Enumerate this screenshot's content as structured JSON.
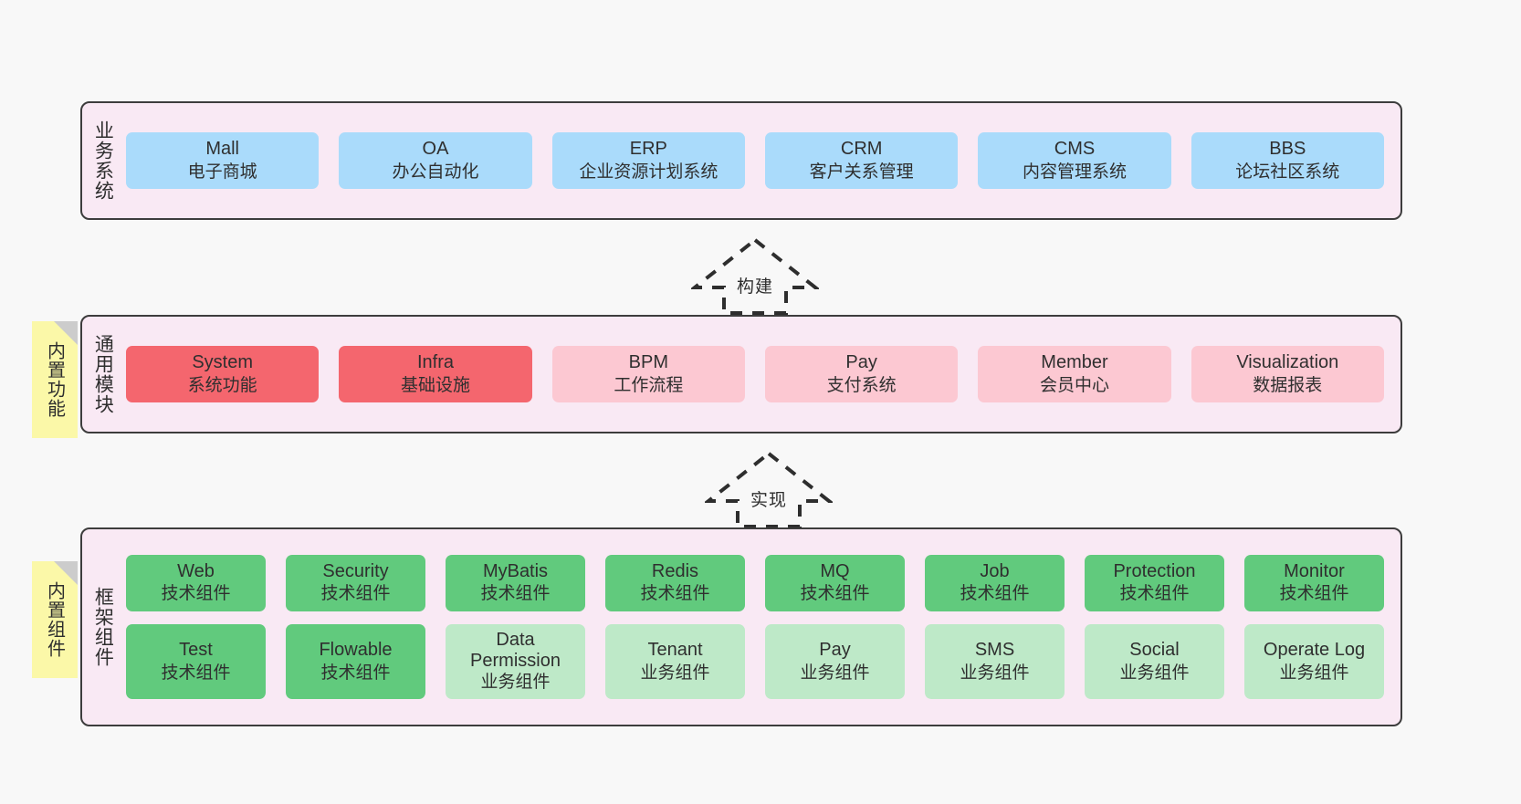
{
  "layers": [
    {
      "id": "business-system",
      "title": "业务系统",
      "rows": [
        [
          {
            "en": "Mall",
            "cn": "电子商城",
            "style": "h-blue"
          },
          {
            "en": "OA",
            "cn": "办公自动化",
            "style": "h-blue"
          },
          {
            "en": "ERP",
            "cn": "企业资源计划系统",
            "style": "h-blue"
          },
          {
            "en": "CRM",
            "cn": "客户关系管理",
            "style": "h-blue"
          },
          {
            "en": "CMS",
            "cn": "内容管理系统",
            "style": "h-blue"
          },
          {
            "en": "BBS",
            "cn": "论坛社区系统",
            "style": "h-blue"
          }
        ]
      ]
    },
    {
      "id": "common-module",
      "title": "通用模块",
      "note": "内置功能",
      "rows": [
        [
          {
            "en": "System",
            "cn": "系统功能",
            "style": "h-red"
          },
          {
            "en": "Infra",
            "cn": "基础设施",
            "style": "h-red"
          },
          {
            "en": "BPM",
            "cn": "工作流程",
            "style": "h-pink"
          },
          {
            "en": "Pay",
            "cn": "支付系统",
            "style": "h-pink"
          },
          {
            "en": "Member",
            "cn": "会员中心",
            "style": "h-pink"
          },
          {
            "en": "Visualization",
            "cn": "数据报表",
            "style": "h-pink"
          }
        ]
      ]
    },
    {
      "id": "framework-component",
      "title": "框架组件",
      "note": "内置组件",
      "rows": [
        [
          {
            "en": "Web",
            "cn": "技术组件",
            "style": "h-green"
          },
          {
            "en": "Security",
            "cn": "技术组件",
            "style": "h-green"
          },
          {
            "en": "MyBatis",
            "cn": "技术组件",
            "style": "h-green"
          },
          {
            "en": "Redis",
            "cn": "技术组件",
            "style": "h-green"
          },
          {
            "en": "MQ",
            "cn": "技术组件",
            "style": "h-green"
          },
          {
            "en": "Job",
            "cn": "技术组件",
            "style": "h-green"
          },
          {
            "en": "Protection",
            "cn": "技术组件",
            "style": "h-green"
          },
          {
            "en": "Monitor",
            "cn": "技术组件",
            "style": "h-green"
          }
        ],
        [
          {
            "en": "Test",
            "cn": "技术组件",
            "style": "h-green"
          },
          {
            "en": "Flowable",
            "cn": "技术组件",
            "style": "h-green"
          },
          {
            "en": "Data Permission",
            "cn": "业务组件",
            "style": "h-lgreen"
          },
          {
            "en": "Tenant",
            "cn": "业务组件",
            "style": "h-lgreen"
          },
          {
            "en": "Pay",
            "cn": "业务组件",
            "style": "h-lgreen"
          },
          {
            "en": "SMS",
            "cn": "业务组件",
            "style": "h-lgreen"
          },
          {
            "en": "Social",
            "cn": "业务组件",
            "style": "h-lgreen"
          },
          {
            "en": "Operate Log",
            "cn": "业务组件",
            "style": "h-lgreen"
          }
        ]
      ]
    }
  ],
  "arrows": [
    {
      "id": "build-arrow",
      "label": "构建"
    },
    {
      "id": "implement-arrow",
      "label": "实现"
    }
  ],
  "colors": {
    "canvas_bg": "#f8f8f8",
    "layer_bg": "#f9e9f4",
    "layer_border": "#3d3d3d",
    "sticky_bg": "#fbf8a8",
    "sticky_fold": "#cccccc",
    "business_node": "#aadbfb",
    "core_module_node": "#f4666e",
    "optional_module_node": "#fcc8d2",
    "tech_component_node": "#61ca7d",
    "business_component_node": "#bee9c8",
    "text": "#2f2f2f"
  }
}
